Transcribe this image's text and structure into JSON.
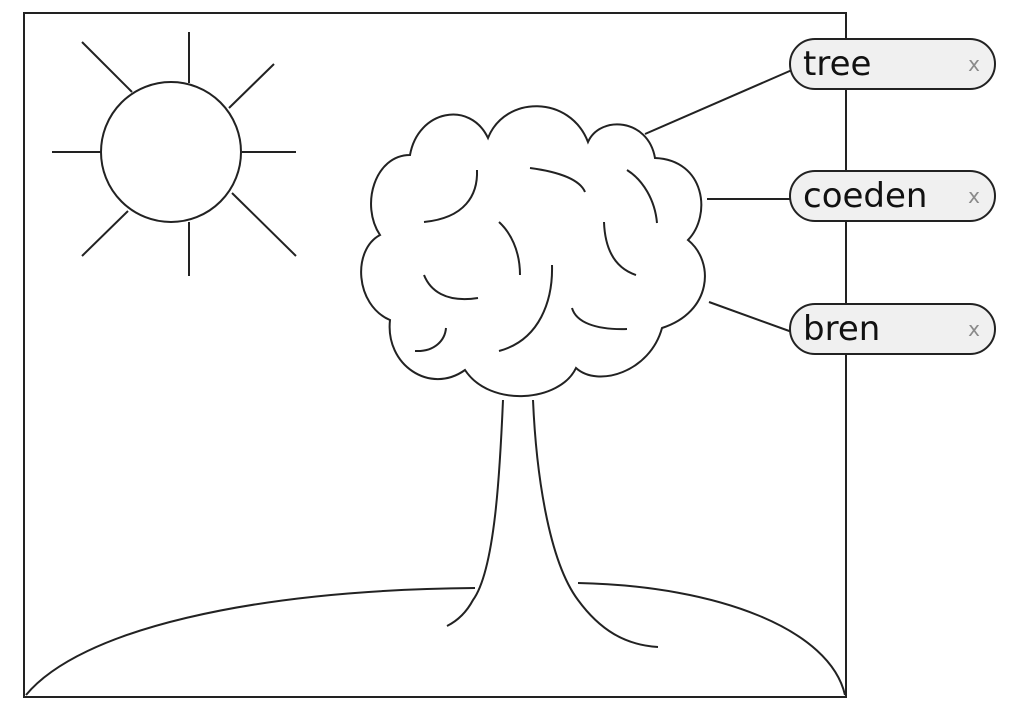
{
  "diagram": {
    "description": "Line drawing of a tree on a hill with the sun, with three word labels",
    "elements": [
      "sun",
      "tree",
      "hill"
    ]
  },
  "labels": [
    {
      "text": "tree",
      "close": "x"
    },
    {
      "text": "coeden",
      "close": "x"
    },
    {
      "text": "bren",
      "close": "x"
    }
  ],
  "colors": {
    "stroke": "#222222",
    "label_bg": "#f0f0f0",
    "close_icon": "#8a8a8a"
  }
}
